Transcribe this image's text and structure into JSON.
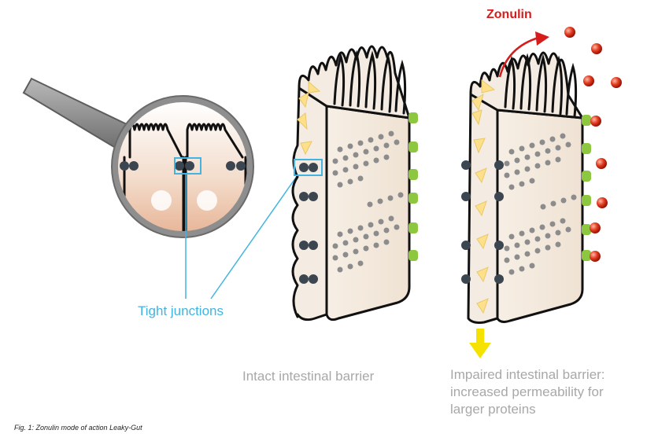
{
  "labels": {
    "tight_junctions": "Tight junctions",
    "zonulin": "Zonulin",
    "intact": "Intact intestinal barrier",
    "impaired_line1": "Impaired intestinal barrier:",
    "impaired_line2": "increased permeability for",
    "impaired_line3": "larger proteins",
    "caption": "Fig. 1: Zonulin mode of action Leaky-Gut"
  },
  "colors": {
    "tight_junction": "#41b4e1",
    "zonulin": "#d61c1c",
    "cell_fill": "#f4ece2",
    "junction_dot": "#3c4650",
    "receptor": "#8dc63f",
    "transport_arrow": "#ffe08a",
    "efflux_arrow": "#f5e200",
    "caption_text": "#a8a8a8"
  },
  "icons": [
    "magnifier-icon",
    "zonulin-particle-icon",
    "curved-arrow-icon",
    "down-arrow-icon"
  ]
}
